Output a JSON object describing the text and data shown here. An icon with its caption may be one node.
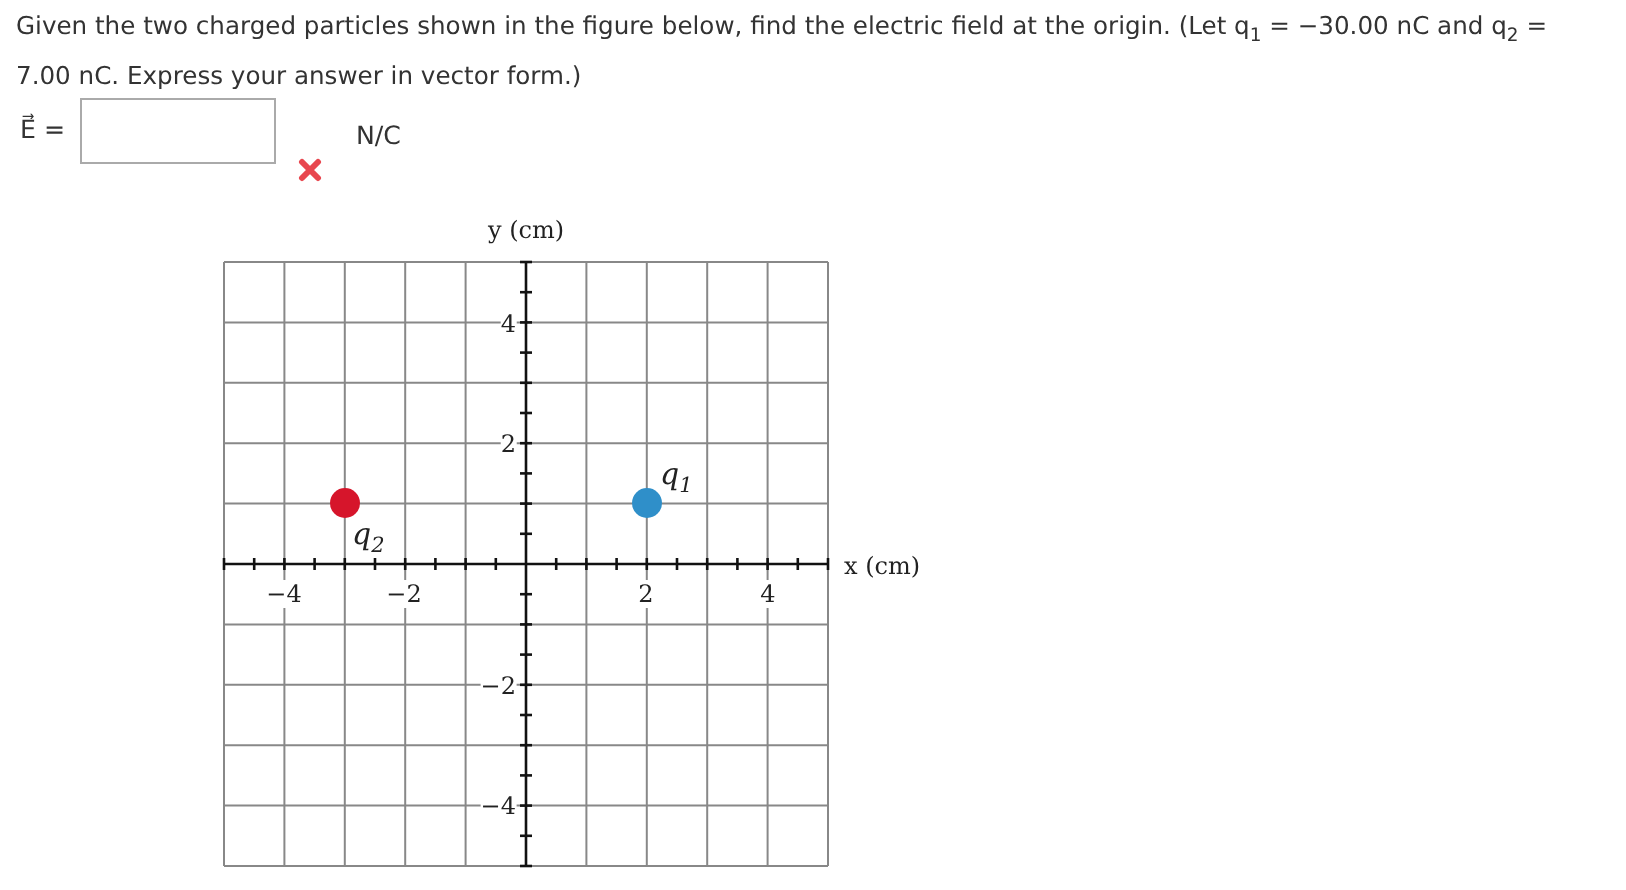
{
  "diagram": {
    "nodes": [
      {
        "text": [],
        "shape": "circle",
        "beside": [
          "q$_{2}$"
        ]
      },
      {
        "text": [],
        "shape": "circle",
        "beside": [
          "q$_{1}$"
        ]
      }
    ],
    "edges": [],
    "labels": [
      "Given the two charged particles shown in the figure below, find the electric field at the origin. (Let q$_{1}$ = −30.00 nC  and q$_{2}$ = 7.00 nC.  Express your answer in vector form.)",
      "E⃗ =",
      "N/C",
      "y (cm)",
      "4",
      "2",
      "x (cm)",
      "−4",
      "−2",
      "2",
      "4",
      "−2",
      "−4"
    ]
  }
}
